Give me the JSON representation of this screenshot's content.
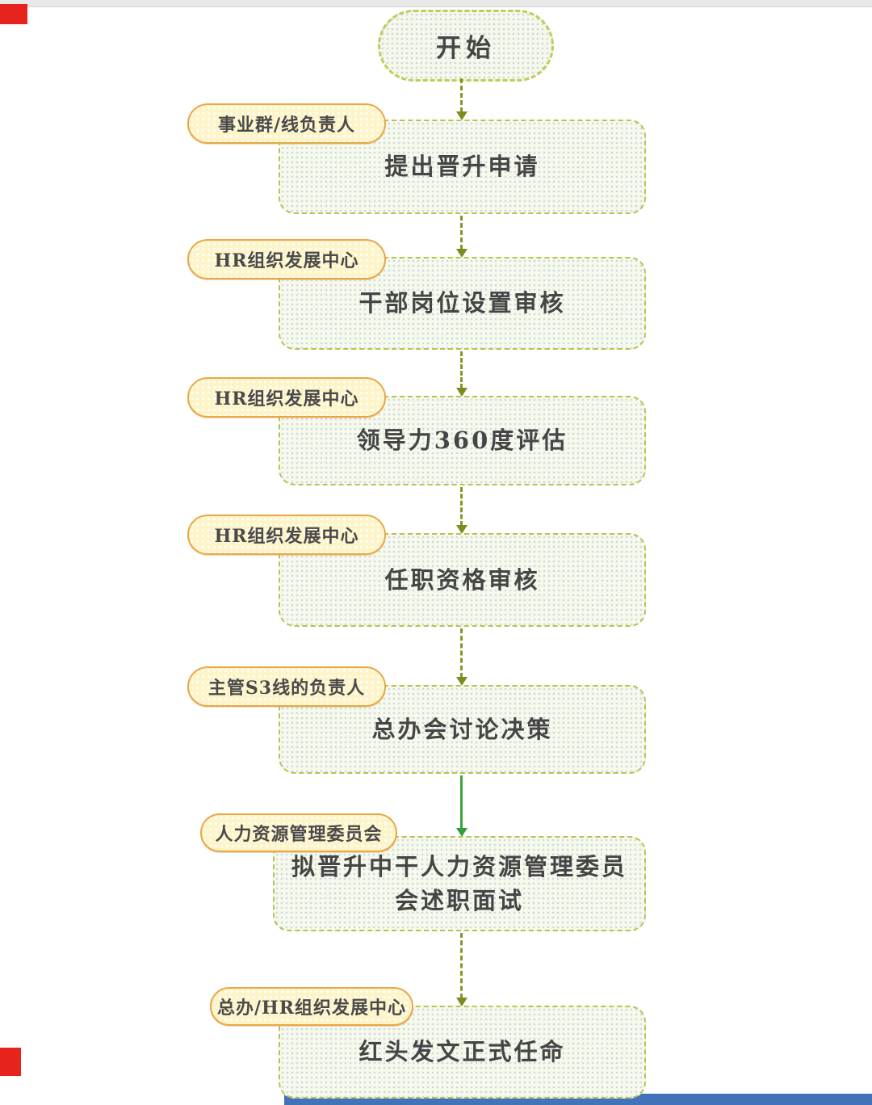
{
  "page": {
    "top_bar_color": "#e9e9e9",
    "red_mark_color": "#e6241d",
    "scrollbar_color": "#4273b9",
    "background": "#ffffff"
  },
  "flowchart": {
    "title_semantic": "中干晋升任命流程图",
    "start_label": "开始",
    "steps": [
      {
        "role": "事业群/线负责人",
        "action": "提出晋升申请"
      },
      {
        "role": "HR组织发展中心",
        "action": "干部岗位设置审核"
      },
      {
        "role": "HR组织发展中心",
        "action": "领导力360度评估"
      },
      {
        "role": "HR组织发展中心",
        "action": "任职资格审核"
      },
      {
        "role": "主管S3线的负责人",
        "action": "总办会讨论决策"
      },
      {
        "role": "人力资源管理委员会",
        "action": "拟晋升中干人力资源管理委员会述职面试"
      },
      {
        "role": "总办/HR组织发展中心",
        "action": "红头发文正式任命"
      }
    ],
    "colors": {
      "box_fill": "#f6faeb",
      "box_border": "#b9c24f",
      "tag_fill": "#fdf4c8",
      "tag_border": "#e9a748",
      "connector_olive": "#8a9426",
      "connector_green": "#3aa53a",
      "text": "#454545"
    }
  }
}
